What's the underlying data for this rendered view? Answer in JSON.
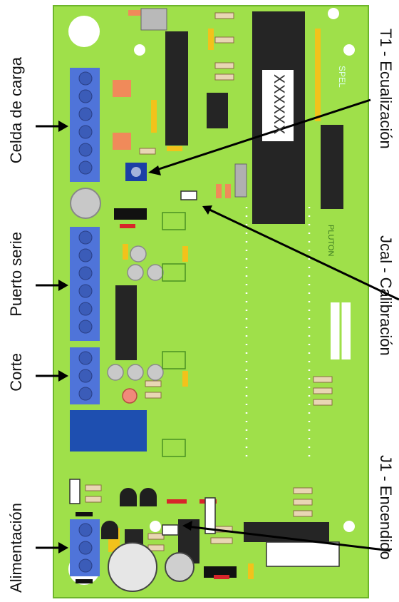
{
  "left_labels": [
    {
      "id": "load-cell",
      "text": "Celda de carga"
    },
    {
      "id": "serial-port",
      "text": "Puerto serie"
    },
    {
      "id": "cutoff",
      "text": "Corte"
    },
    {
      "id": "power",
      "text": "Alimentación"
    }
  ],
  "right_labels": [
    {
      "id": "t1",
      "text": "T1 - Ecualización"
    },
    {
      "id": "jcal",
      "text": "Jcal - Calibración"
    },
    {
      "id": "j1",
      "text": "J1 - Encendido"
    }
  ],
  "chip_marking": "XXXXXX",
  "board_marks": {
    "spel": "SPEL",
    "pluton": "PLUTON"
  },
  "colors": {
    "pcb": "#9fe04a",
    "pcb_edge": "#6db52a",
    "terminal": "#4f74d9",
    "ic": "#252525",
    "arrow": "#000000"
  }
}
